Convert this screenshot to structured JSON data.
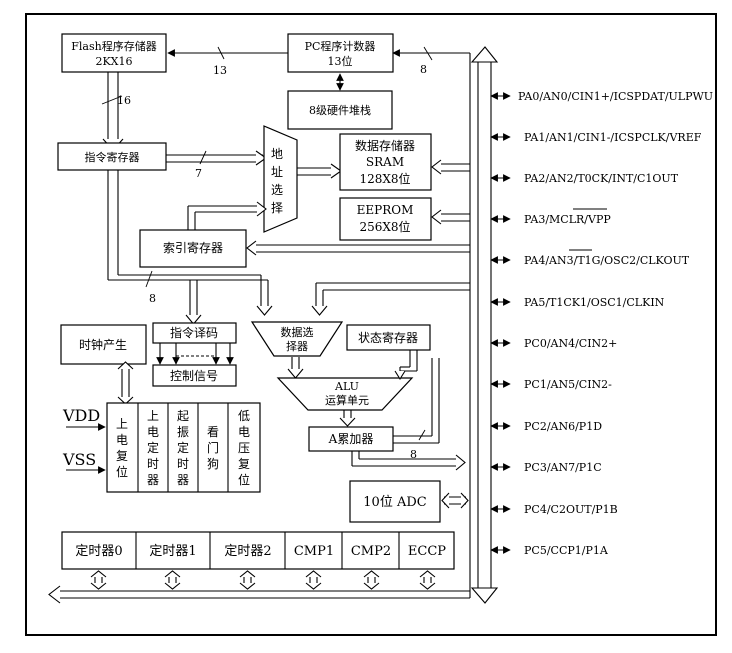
{
  "blocks": {
    "flash": [
      "Flash程序存储器",
      "2KX16"
    ],
    "pc": [
      "PC程序计数器",
      "13位"
    ],
    "stack": "8级硬件堆栈",
    "ir": "指令寄存器",
    "mux": [
      "地",
      "址",
      "选",
      "择"
    ],
    "sram": [
      "数据存储器",
      "SRAM",
      "128X8位"
    ],
    "eeprom": [
      "EEPROM",
      "256X8位"
    ],
    "index": "索引寄存器",
    "clock": "时钟产生",
    "decoder": "指令译码",
    "ctrl": "控制信号",
    "dmux": [
      "数据选",
      "择器"
    ],
    "status": "状态寄存器",
    "alu": [
      "ALU",
      "运算单元"
    ],
    "acc": "A累加器",
    "adc": "10位  ADC",
    "reset_cols": [
      [
        "上",
        "电",
        "复",
        "位"
      ],
      [
        "上",
        "电",
        "定",
        "时",
        "器"
      ],
      [
        "起",
        "振",
        "定",
        "时",
        "器"
      ],
      [
        "看",
        "门",
        "狗"
      ],
      [
        "低",
        "电",
        "压",
        "复",
        "位"
      ]
    ],
    "timers": [
      "定时器0",
      "定时器1",
      "定时器2",
      "CMP1",
      "CMP2",
      "ECCP"
    ]
  },
  "bus_widths": [
    "13",
    "8",
    "16",
    "7",
    "8",
    "8"
  ],
  "power": [
    "VDD",
    "VSS"
  ],
  "pins": [
    "PA0/AN0/CIN1+/ICSPDAT/ULPWU",
    "PA1/AN1/CIN1-/ICSPCLK/VREF",
    "PA2/AN2/T0CK/INT/C1OUT",
    "PA3/MCLR/VPP",
    "PA4/AN3/T1G/OSC2/CLKOUT",
    "PA5/T1CK1/OSC1/CLKIN",
    "PC0/AN4/CIN2+",
    "PC1/AN5/CIN2-",
    "PC2/AN6/P1D",
    "PC3/AN7/P1C",
    "PC4/C2OUT/P1B",
    "PC5/CCP1/P1A"
  ]
}
